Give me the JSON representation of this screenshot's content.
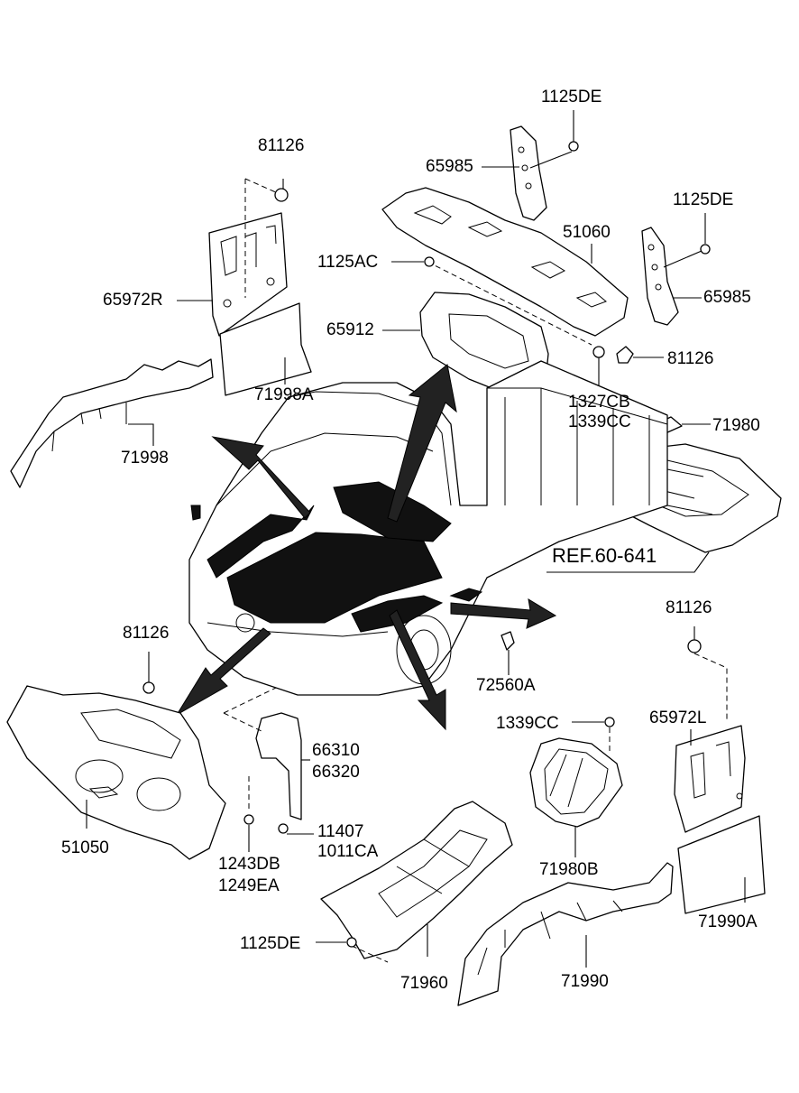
{
  "labels": {
    "p1125de_top": "1125DE",
    "p65985_left": "65985",
    "p81126_top": "81126",
    "p1125de_right": "1125DE",
    "p51060": "51060",
    "p1125ac": "1125AC",
    "p65972r": "65972R",
    "p65985_right": "65985",
    "p65912": "65912",
    "p81126_mid": "81126",
    "p71998a": "71998A",
    "p1327cb": "1327CB",
    "p1339cc_mid": "1339CC",
    "p71980": "71980",
    "p71998": "71998",
    "ref": "REF.60-641",
    "p81126_right": "81126",
    "p81126_left": "81126",
    "p72560a": "72560A",
    "p1339cc_low": "1339CC",
    "p65972l": "65972L",
    "p66310": "66310",
    "p66320": "66320",
    "p51050": "51050",
    "p11407": "11407",
    "p1011ca": "1011CA",
    "p1243db": "1243DB",
    "p1249ea": "1249EA",
    "p71980b": "71980B",
    "p71990a": "71990A",
    "p1125de_bottom": "1125DE",
    "p71960": "71960",
    "p71990": "71990"
  }
}
